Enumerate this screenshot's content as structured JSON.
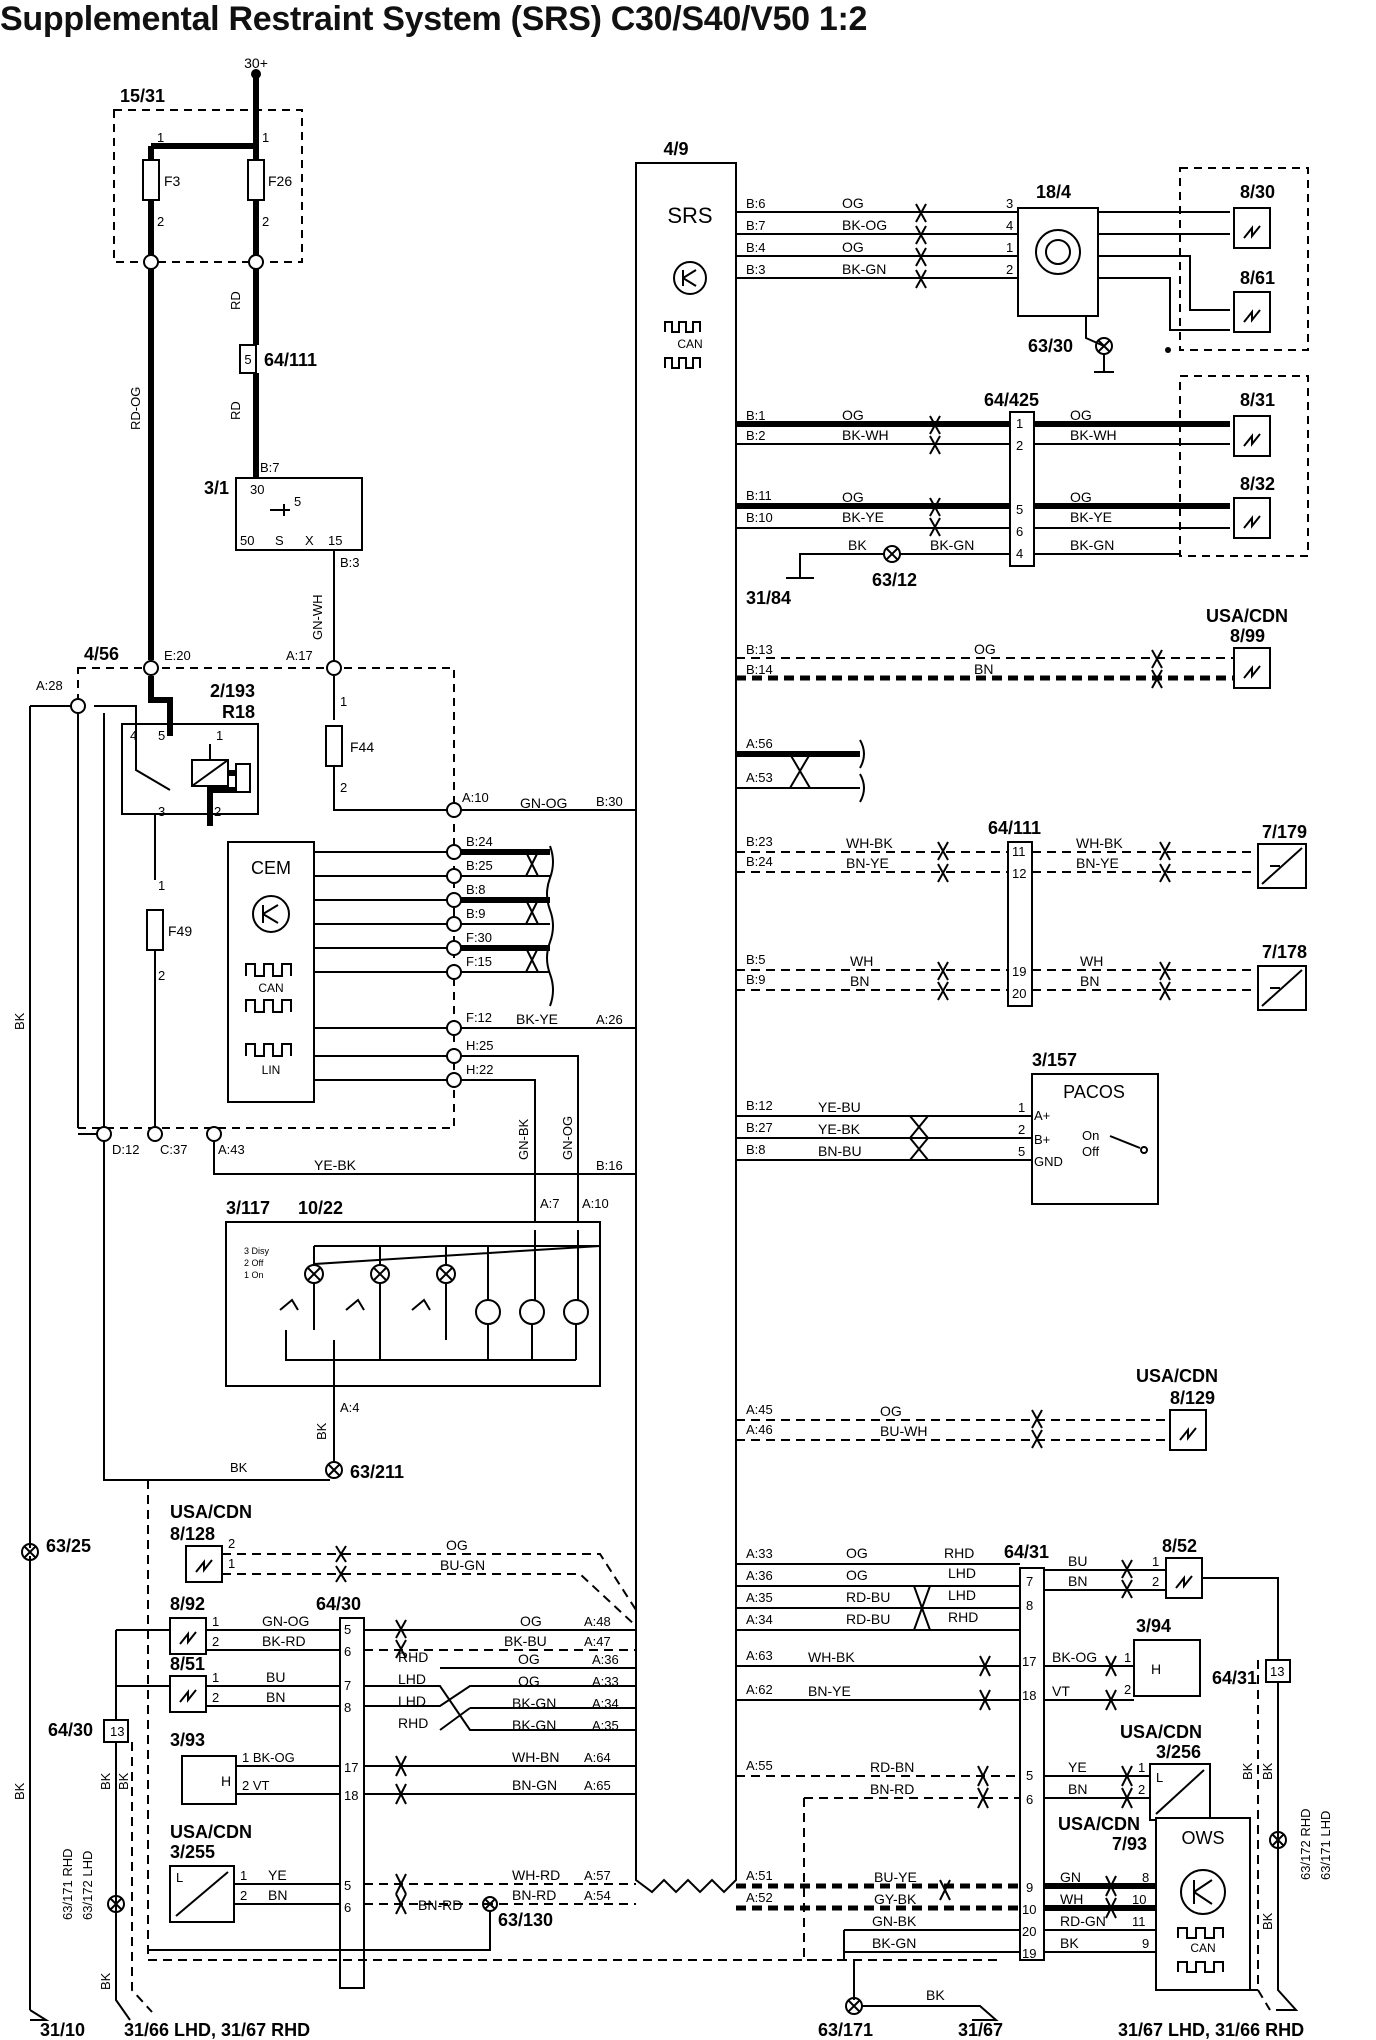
{
  "title": "Supplemental Restraint System (SRS) C30/S40/V50 1:2",
  "components": [
    {
      "id": "4/9",
      "name": "SRS"
    },
    {
      "id": "15/31"
    },
    {
      "id": "F3"
    },
    {
      "id": "F26"
    },
    {
      "id": "64/111"
    },
    {
      "id": "3/1"
    },
    {
      "id": "4/56"
    },
    {
      "id": "2/193"
    },
    {
      "id": "R18"
    },
    {
      "id": "F44"
    },
    {
      "id": "F49"
    },
    {
      "id": "CEM"
    },
    {
      "id": "3/117"
    },
    {
      "id": "10/22"
    },
    {
      "id": "63/211"
    },
    {
      "id": "63/25"
    },
    {
      "id": "8/128"
    },
    {
      "id": "8/92"
    },
    {
      "id": "8/51"
    },
    {
      "id": "3/93"
    },
    {
      "id": "3/255"
    },
    {
      "id": "64/30"
    },
    {
      "id": "63/130"
    },
    {
      "id": "18/4"
    },
    {
      "id": "63/30"
    },
    {
      "id": "8/30"
    },
    {
      "id": "8/61"
    },
    {
      "id": "8/31"
    },
    {
      "id": "8/32"
    },
    {
      "id": "64/425"
    },
    {
      "id": "63/12"
    },
    {
      "id": "31/84"
    },
    {
      "id": "8/99"
    },
    {
      "id": "7/179"
    },
    {
      "id": "7/178"
    },
    {
      "id": "3/157",
      "name": "PACOS"
    },
    {
      "id": "8/129"
    },
    {
      "id": "64/31"
    },
    {
      "id": "8/52"
    },
    {
      "id": "3/94"
    },
    {
      "id": "3/256"
    },
    {
      "id": "7/93",
      "name": "OWS"
    },
    {
      "id": "63/171"
    },
    {
      "id": "31/67"
    },
    {
      "id": "31/10"
    }
  ],
  "labels": {
    "supply": "30+",
    "usa_cdn": "USA/CDN",
    "can": "CAN",
    "lin": "LIN",
    "ground_31_10": "31/10",
    "ground_31_66": "31/66 LHD, 31/67 RHD",
    "ground_31_67b": "31/67 LHD, 31/66 RHD",
    "ground_63_171_left": "63/171 RHD",
    "ground_63_172_left": "63/172 LHD",
    "ground_63_172_right": "63/172 RHD",
    "ground_63_171_right": "63/171 LHD",
    "pacos_pins": [
      "A+",
      "B+",
      "GND"
    ],
    "pacos_on": "On",
    "pacos_off": "Off",
    "switch_states": [
      "3 Disy",
      "2 Off",
      "1 On"
    ],
    "wire_colors": [
      "OG",
      "BK-OG",
      "BK-GN",
      "BK-WH",
      "BK-YE",
      "BN",
      "WH-BK",
      "BN-YE",
      "WH",
      "YE-BU",
      "YE-BK",
      "BN-BU",
      "BU-WH",
      "RD-BU",
      "WH-BK",
      "BN-YE",
      "RD-BN",
      "BN-RD",
      "BU-YE",
      "GY-BK",
      "GN-BK",
      "BK-GN",
      "GN-OG",
      "BK-RD",
      "BU",
      "BN",
      "WH-BN",
      "BN-GN",
      "YE",
      "RD",
      "RD-OG",
      "GN-WH",
      "GN-BK",
      "GN-OG",
      "YE-BK",
      "BK",
      "BU-GN",
      "BK-BU",
      "VT",
      "GN",
      "RD-GN"
    ]
  }
}
